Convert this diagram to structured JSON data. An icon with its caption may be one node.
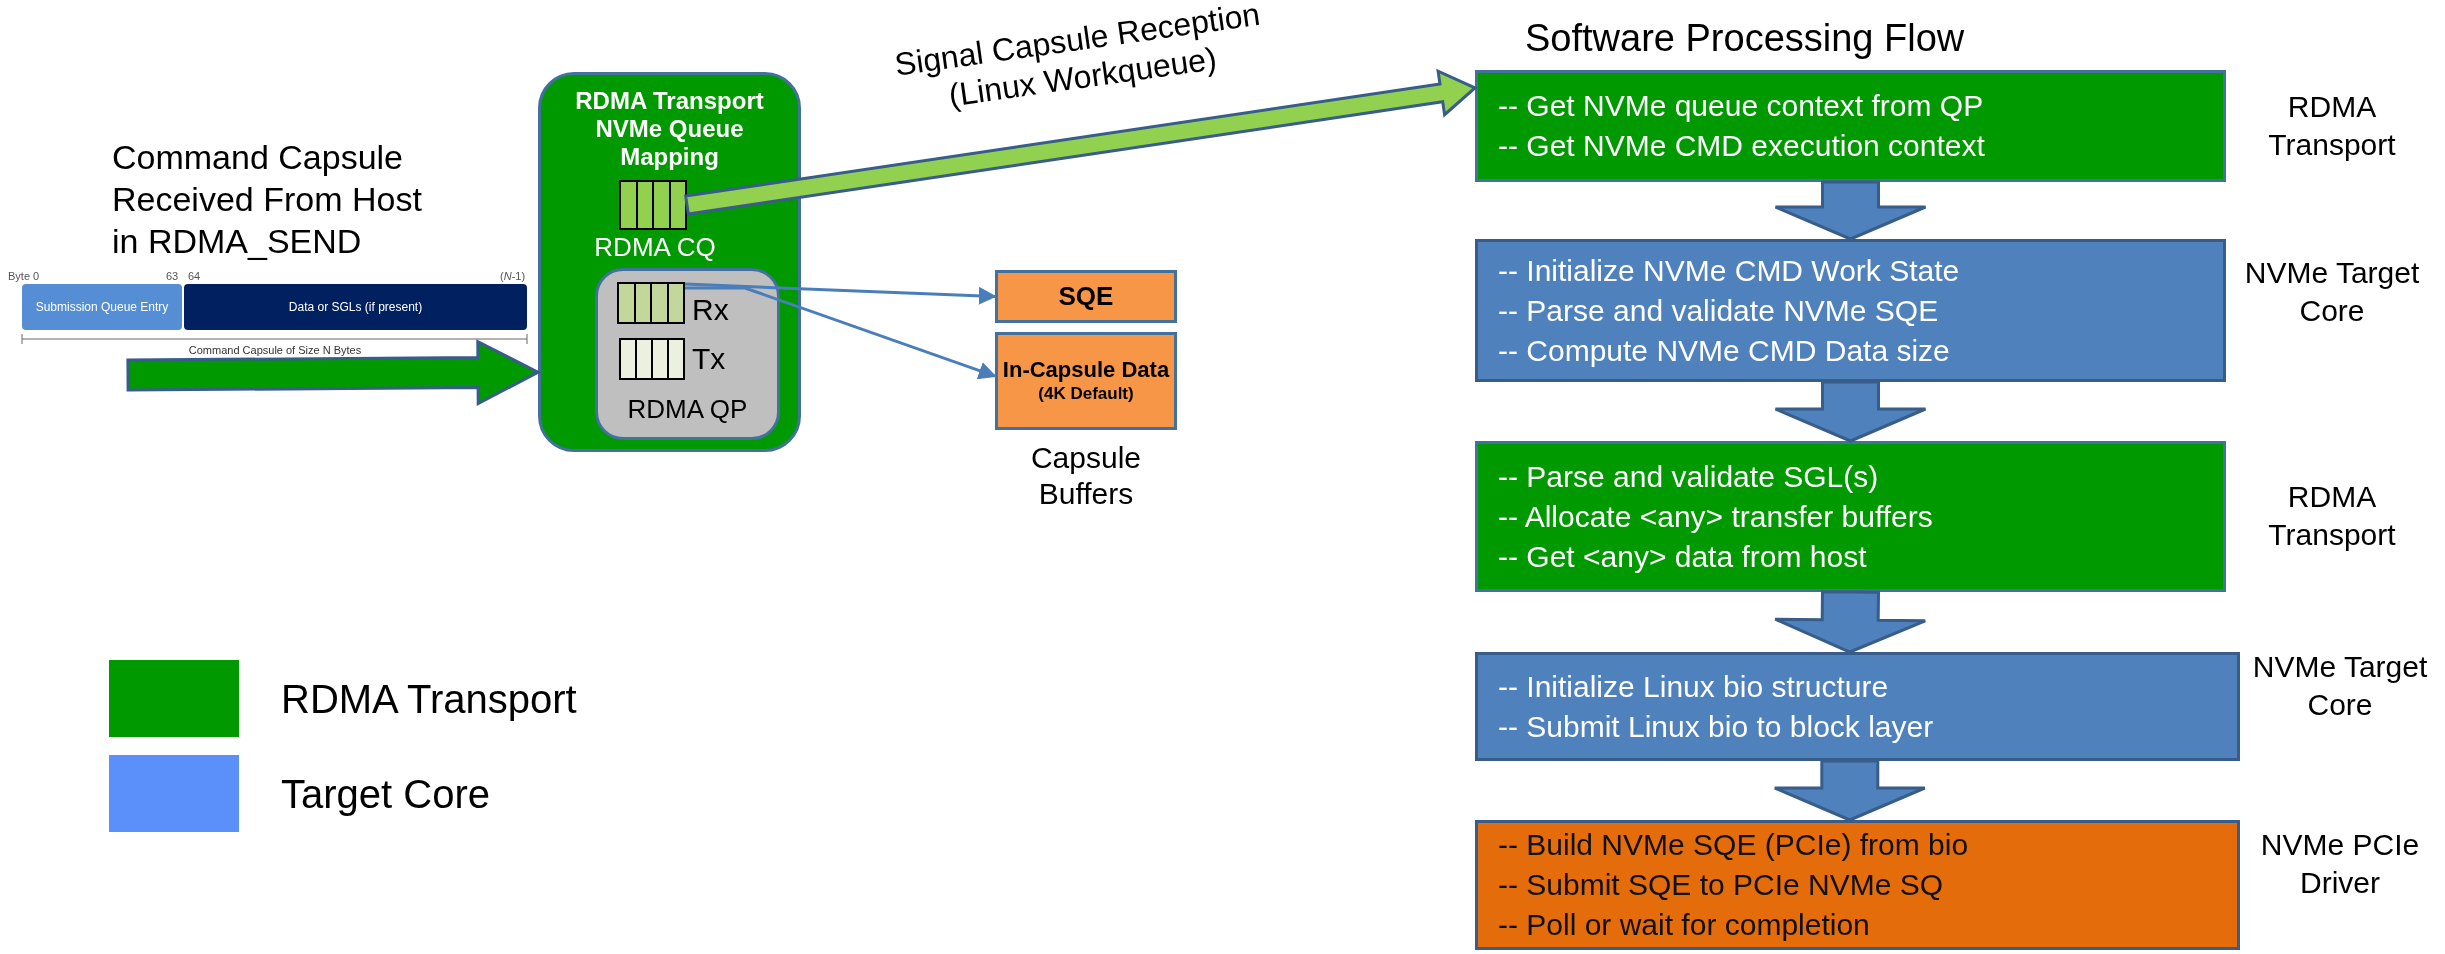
{
  "diagram": {
    "nodes": [
      {
        "text": [
          "Submission Queue Entry"
        ]
      },
      {
        "text": [
          "Data or SGLs (if present)"
        ]
      },
      {
        "text": [
          "RDMA Transport NVMe Queue Mapping"
        ]
      },
      {
        "text": [],
        "shape": "box",
        "in": 2,
        "beside": [
          "RDMA CQ"
        ]
      },
      {
        "text": [
          "RDMA QP"
        ],
        "in": 2
      },
      {
        "text": [],
        "shape": "box",
        "in": 4,
        "beside": [
          "Rx"
        ]
      },
      {
        "text": [],
        "shape": "box",
        "in": 4,
        "beside": [
          "Tx"
        ]
      },
      {
        "text": [
          "SQE"
        ]
      },
      {
        "text": [
          "In-Capsule Data",
          "(4K Default)"
        ]
      },
      {
        "text": [
          "-- Get NVMe queue context from QP",
          "-- Get NVMe CMD execution context"
        ],
        "beside": [
          "RDMA Transport"
        ]
      },
      {
        "text": [
          "-- Initialize NVMe CMD Work State",
          "-- Parse and validate NVMe SQE",
          "-- Compute NVMe CMD Data size"
        ],
        "beside": [
          "NVMe Target Core"
        ]
      },
      {
        "text": [
          "-- Parse and validate SGL(s)",
          "-- Allocate <any> transfer buffers",
          "-- Get <any> data from host"
        ],
        "beside": [
          "RDMA Transport"
        ]
      },
      {
        "text": [
          "-- Initialize Linux bio structure",
          "-- Submit Linux bio to block layer"
        ],
        "beside": [
          "NVMe Target Core"
        ]
      },
      {
        "text": [
          "-- Build NVMe SQE (PCIe) from bio",
          "-- Submit SQE to PCIe NVMe SQ",
          "-- Poll or wait for completion"
        ],
        "beside": [
          "NVMe PCIe Driver"
        ]
      }
    ],
    "edges": [
      {
        "from": null,
        "to": 2,
        "arrow": "to",
        "style": "thick",
        "color": "#009900"
      },
      {
        "from": 3,
        "to": 9,
        "arrow": "to",
        "style": "thick",
        "color": "#92d050",
        "label": "Signal Capsule Reception (Linux Workqueue)"
      },
      {
        "from": 5,
        "to": 7,
        "arrow": "to"
      },
      {
        "from": 5,
        "to": 8,
        "arrow": "to"
      },
      {
        "from": 9,
        "to": 10,
        "arrow": "to",
        "style": "thick"
      },
      {
        "from": 10,
        "to": 11,
        "arrow": "to",
        "style": "thick"
      },
      {
        "from": 11,
        "to": 12,
        "arrow": "to",
        "style": "thick"
      },
      {
        "from": 12,
        "to": 13,
        "arrow": "to",
        "style": "thick"
      }
    ],
    "labels": [
      "Command Capsule Received From Host in RDMA_SEND",
      "Byte 0",
      "63",
      "64",
      "(*N*-1)",
      "Command Capsule of Size N Bytes",
      "Capsule Buffers",
      "Software Processing Flow"
    ],
    "legend": [
      {
        "text": "RDMA Transport",
        "color": "#009900"
      },
      {
        "text": "Target Core",
        "color": "#5b8ff9"
      }
    ]
  }
}
